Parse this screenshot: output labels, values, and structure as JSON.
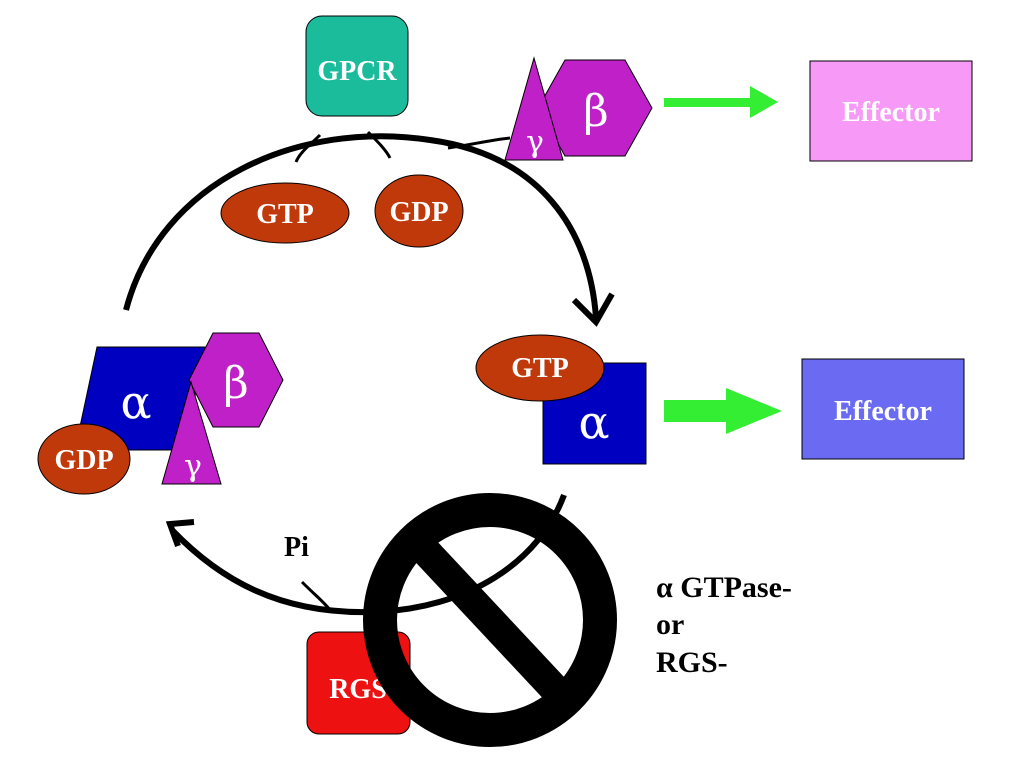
{
  "labels": {
    "gpcr": "GPCR",
    "gtp_top": "GTP",
    "gdp_top": "GDP",
    "beta_top": "β",
    "gamma_top": "γ",
    "effector_top": "Effector",
    "gtp_right": "GTP",
    "alpha_right": "α",
    "effector_right": "Effector",
    "alpha_left": "α",
    "beta_left": "β",
    "gamma_left": "γ",
    "gdp_left": "GDP",
    "pi": "Pi",
    "rgs": "RGS",
    "caption_line1": "α GTPase-",
    "caption_line2": "or",
    "caption_line3": "RGS-"
  },
  "colors": {
    "gpcr": "#1abc9c",
    "nucleotide": "#c0390b",
    "g_beta_gamma": "#c020c8",
    "g_alpha": "#0000c0",
    "effector_top": "#f79af7",
    "effector_right": "#6a6af2",
    "arrow": "#33ee33",
    "rgs": "#ee1111",
    "stroke": "#000000"
  }
}
